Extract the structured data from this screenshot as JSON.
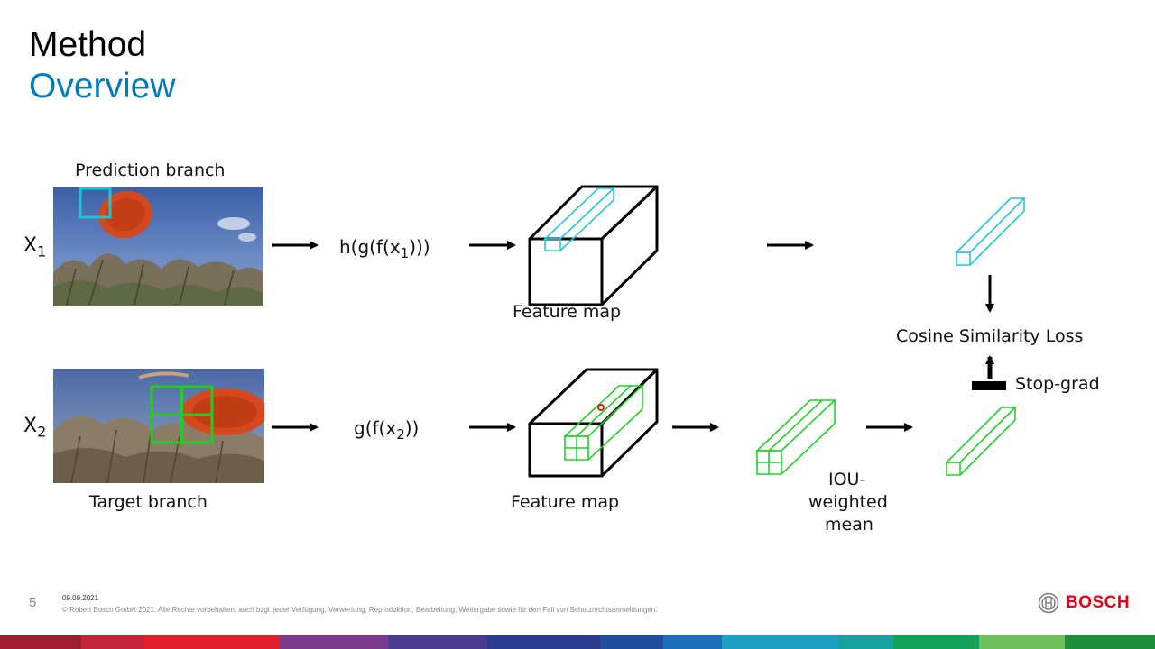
{
  "slide": {
    "title": "Method",
    "subtitle": "Overview",
    "page_number": "5",
    "date": "09.09.2021",
    "copyright": "© Robert Bosch GmbH 2021. Alle Rechte vorbehalten, auch bzgl. jeder Verfügung, Verwertung, Reproduktion, Bearbeitung, Weitergabe sowie für den Fall von Schutzrechtsanmeldungen.",
    "brand": "BOSCH"
  },
  "diagram": {
    "prediction_branch_label": "Prediction branch",
    "target_branch_label": "Target branch",
    "x1_base": "X",
    "x1_sub": "1",
    "x2_base": "X",
    "x2_sub": "2",
    "pred_expr_prefix": "h(g(f(x",
    "pred_expr_sub": "1",
    "pred_expr_suffix": ")))",
    "target_expr_prefix": "g(f(x",
    "target_expr_sub": "2",
    "target_expr_suffix": "))",
    "feature_map_top": "Feature map",
    "feature_map_bottom": "Feature map",
    "cosine_loss": "Cosine Similarity Loss",
    "stop_grad": "Stop-grad",
    "iou_line1": "IOU-",
    "iou_line2": "weighted",
    "iou_line3": "mean"
  },
  "colors": {
    "accent_blue": "#007bc0",
    "prediction_cyan": "#22c7d6",
    "target_green": "#22d02a",
    "bosch_red": "#e20015"
  },
  "icons": [
    "bosch-logo-icon",
    "arrow-right-icon",
    "arrow-down-icon",
    "arrow-up-icon"
  ]
}
